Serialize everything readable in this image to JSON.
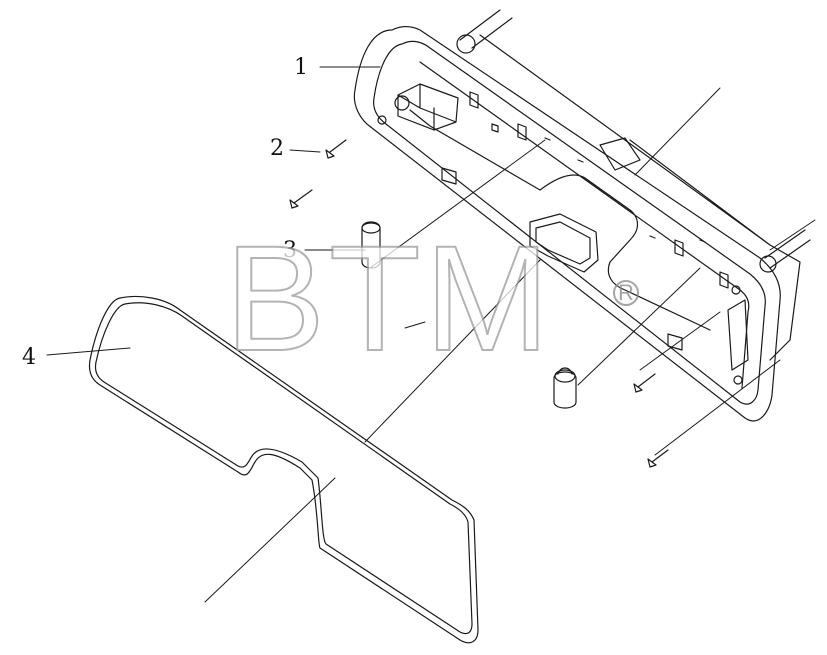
{
  "callouts": {
    "c1": "1",
    "c2": "2",
    "c3": "3",
    "c4": "4"
  },
  "watermark": {
    "text": "BTM",
    "registered_mark": "R"
  },
  "colors": {
    "line": "#1a1a1a",
    "watermark": "#9a9a9a"
  }
}
